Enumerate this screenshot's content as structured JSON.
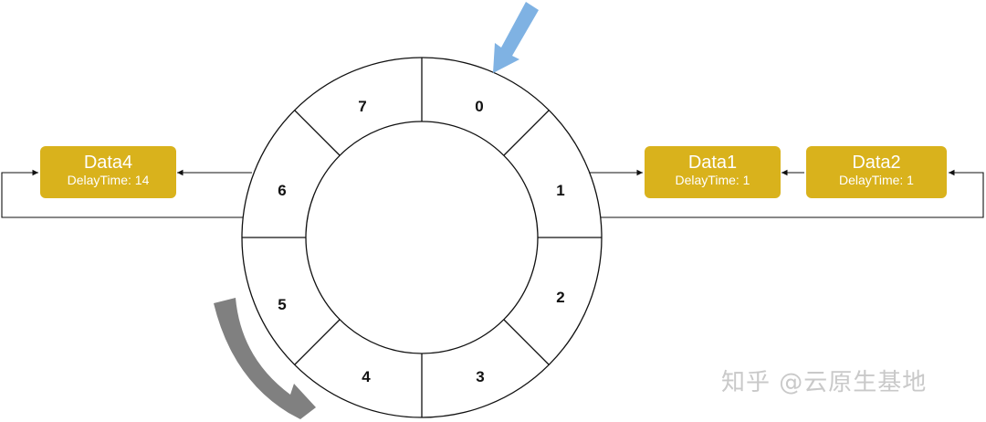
{
  "ring": {
    "slots": [
      "0",
      "1",
      "2",
      "3",
      "4",
      "5",
      "6",
      "7"
    ]
  },
  "tasks": {
    "data4": {
      "name": "Data4",
      "delay": "DelayTime: 14"
    },
    "data1": {
      "name": "Data1",
      "delay": "DelayTime: 1"
    },
    "data2": {
      "name": "Data2",
      "delay": "DelayTime: 1"
    }
  },
  "colors": {
    "task_fill": "#d9b21c",
    "pointer_arrow": "#7fb2e3",
    "rotation_arrow": "#808080",
    "line": "#111111"
  },
  "icons": {
    "pointer": "arrow-down-left-icon",
    "rotation": "curved-arrow-icon"
  },
  "watermark": "知乎 @云原生基地"
}
